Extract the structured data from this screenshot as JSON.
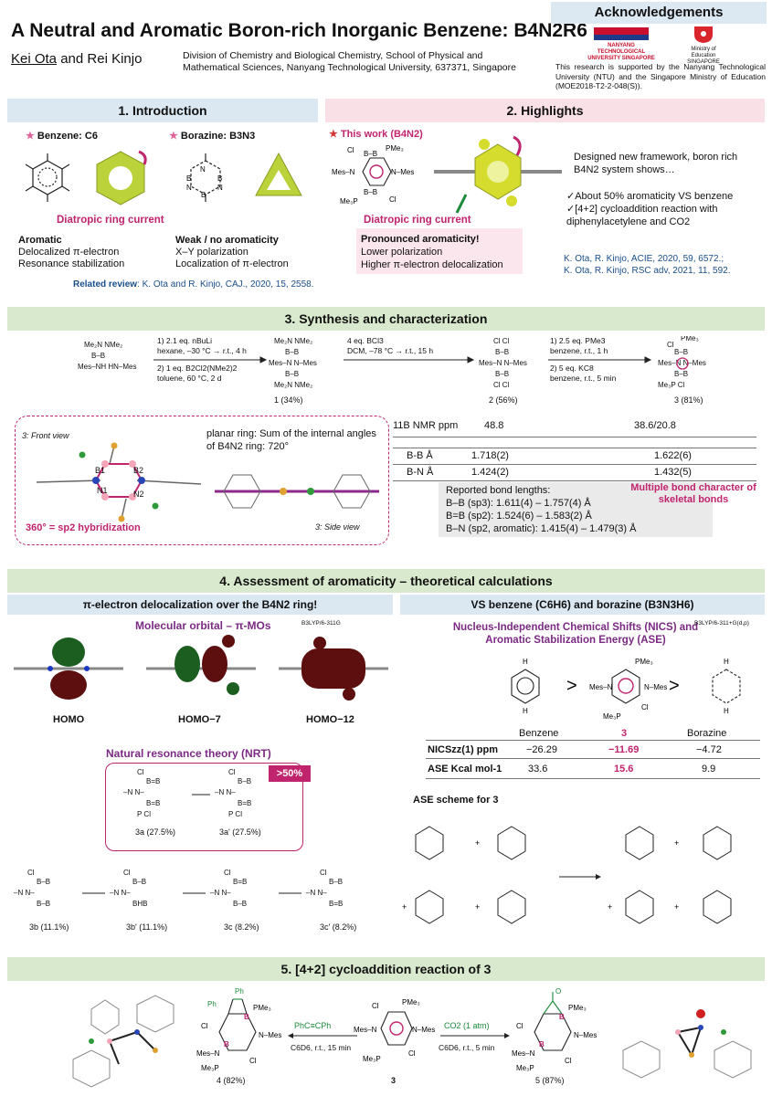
{
  "header": {
    "title": "A Neutral and Aromatic Boron-rich Inorganic Benzene: B4N2R6",
    "authors_a": "Kei Ota",
    "authors_mid": " and ",
    "authors_b": "Rei Kinjo",
    "affiliation": "Division of Chemistry and Biological Chemistry, School of Physical and Mathematical Sciences, Nanyang Technological University, 637371, Singapore"
  },
  "ack": {
    "heading": "Acknowledgements",
    "logo1": "NANYANG TECHNOLOGICAL UNIVERSITY SINGAPORE",
    "logo2": "Ministry of Education SINGAPORE",
    "text": "This research is supported by the Nanyang Technological University (NTU) and the Singapore Ministry of Education (MOE2018-T2-2-048(S))."
  },
  "intro": {
    "heading": "1. Introduction",
    "benzene_label": "Benzene: C6",
    "borazine_label": "Borazine: B3N3",
    "diatropic": "Diatropic ring current",
    "arom_title": "Aromatic",
    "arom_1": "Delocalized π-electron",
    "arom_2": "Resonance stabilization",
    "weak_title": "Weak / no aromaticity",
    "weak_1": "X–Y polarization",
    "weak_2": "Localization of π-electron",
    "review_pre": "Related review",
    "review": ": K. Ota and R. Kinjo, CAJ., 2020, 15, 2558."
  },
  "highlights": {
    "heading": "2. Highlights",
    "this_work": "This work (B4N2)",
    "diatropic": "Diatropic ring current",
    "pron_title": "Pronounced aromaticity!",
    "pron_1": "Lower polarization",
    "pron_2": "Higher π-electron delocalization",
    "desc": "Designed new framework, boron rich B4N2 system shows…",
    "bullet1": "✓About 50% aromaticity VS benzene",
    "bullet2": "✓[4+2] cycloaddition reaction with diphenylacetylene and CO2",
    "ref1": "K. Ota, R. Kinjo, ACIE, 2020, 59, 6572.;",
    "ref2": "K. Ota, R. Kinjo, RSC adv, 2021, 11, 592."
  },
  "synthesis": {
    "heading": "3. Synthesis and characterization",
    "step1a": "1) 2.1 eq. nBuLi",
    "step1b": "hexane, –30 °C → r.t., 4 h",
    "step1c": "2) 1 eq. B2Cl2(NMe2)2",
    "step1d": "toluene, 60 °C, 2 d",
    "step2a": "4 eq. BCl3",
    "step2b": "DCM, –78 °C → r.t., 15 h",
    "step3a": "1) 2.5 eq. PMe3",
    "step3b": "benzene, r.t., 1 h",
    "step3c": "2) 5 eq. KC8",
    "step3d": "benzene, r.t., 5 min",
    "c1": "1 (34%)",
    "c2": "2 (56%)",
    "c3": "3 (81%)",
    "front": "3: Front view",
    "side": "3: Side view",
    "planar": "planar ring: Sum of the internal angles of B4N2 ring: 720°",
    "sp2": "360° = sp2 hybridization",
    "atom_b1": "B1",
    "atom_b2": "B2",
    "atom_n1": "N1",
    "atom_n2": "N2",
    "nmr_label": "11B NMR ppm",
    "nmr_2": "48.8",
    "nmr_3": "38.6/20.8",
    "bb_label": "B-B Å",
    "bb_2": "1.718(2)",
    "bb_3": "1.622(6)",
    "bn_label": "B-N Å",
    "bn_2": "1.424(2)",
    "bn_3": "1.432(5)",
    "reported": "Reported bond lengths:",
    "rb1": "B–B (sp3): 1.611(4) – 1.757(4) Å",
    "rb2": "B=B (sp2): 1.524(6) – 1.583(2) Å",
    "rb3": "B–N (sp2, aromatic): 1.415(4) – 1.479(3) Å",
    "multiple": "Multiple bond character of skeletal bonds"
  },
  "assess": {
    "heading": "4. Assessment of aromaticity – theoretical calculations",
    "left_head": "π-electron delocalization over the B4N2 ring!",
    "mo_title": "Molecular orbital – π-MOs",
    "mo_level": "B3LYP/6-311G",
    "homo": "HOMO",
    "homo7": "HOMO−7",
    "homo12": "HOMO−12",
    "nrt_title": "Natural resonance theory (NRT)",
    "over50": ">50%",
    "r3a": "3a (27.5%)",
    "r3a2": "3a' (27.5%)",
    "r3b": "3b (11.1%)",
    "r3b2": "3b' (11.1%)",
    "r3c": "3c (8.2%)",
    "r3c2": "3c' (8.2%)",
    "right_head": "VS benzene (C6H6) and borazine (B3N3H6)",
    "nics_title": "Nucleus-Independent Chemical Shifts (NICS) and Aromatic Stabilization Energy (ASE)",
    "nics_level": "B3LYP/6-311+G(d,p)",
    "col_benz": "Benzene",
    "col_3": "3",
    "col_bor": "Borazine",
    "nics_label": "NICSzz(1) ppm",
    "nics_b": "−26.29",
    "nics_3": "−11.69",
    "nics_z": "−4.72",
    "ase_label": "ASE Kcal mol-1",
    "ase_b": "33.6",
    "ase_3": "15.6",
    "ase_z": "9.9",
    "ase_scheme": "ASE scheme for 3"
  },
  "cyclo": {
    "heading": "5. [4+2] cycloaddition reaction of 3",
    "left_reag": "PhC≡CPh",
    "left_cond": "C6D6, r.t., 15 min",
    "right_reag": "CO2 (1 atm)",
    "right_cond": "C6D6, r.t., 5 min",
    "c4": "4 (82%)",
    "c3": "3",
    "c5": "5 (87%)"
  }
}
